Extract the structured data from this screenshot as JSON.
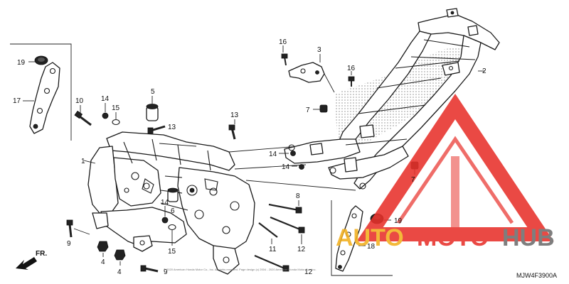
{
  "diagram": {
    "code": "MJW4F3900A",
    "front_label": "FR.",
    "copyright": "© 2020 American Honda Motor Co., Inc. All rights reserved. Page design (c) 2004 - 2020 American Honda Motor Co., Inc.",
    "labels": [
      {
        "id": "lbl-19-top",
        "text": "19"
      },
      {
        "id": "lbl-17",
        "text": "17"
      },
      {
        "id": "lbl-10",
        "text": "10"
      },
      {
        "id": "lbl-14-a",
        "text": "14"
      },
      {
        "id": "lbl-15-a",
        "text": "15"
      },
      {
        "id": "lbl-5",
        "text": "5"
      },
      {
        "id": "lbl-13-a",
        "text": "13"
      },
      {
        "id": "lbl-13-b",
        "text": "13"
      },
      {
        "id": "lbl-1",
        "text": "1"
      },
      {
        "id": "lbl-16-a",
        "text": "16"
      },
      {
        "id": "lbl-3",
        "text": "3"
      },
      {
        "id": "lbl-16-b",
        "text": "16"
      },
      {
        "id": "lbl-2",
        "text": "2"
      },
      {
        "id": "lbl-7-a",
        "text": "7"
      },
      {
        "id": "lbl-7-b",
        "text": "7"
      },
      {
        "id": "lbl-14-b",
        "text": "14"
      },
      {
        "id": "lbl-14-c",
        "text": "14"
      },
      {
        "id": "lbl-14-d",
        "text": "14"
      },
      {
        "id": "lbl-6",
        "text": "6"
      },
      {
        "id": "lbl-15-b",
        "text": "15"
      },
      {
        "id": "lbl-8",
        "text": "8"
      },
      {
        "id": "lbl-9-a",
        "text": "9"
      },
      {
        "id": "lbl-9-b",
        "text": "9"
      },
      {
        "id": "lbl-4-a",
        "text": "4"
      },
      {
        "id": "lbl-4-b",
        "text": "4"
      },
      {
        "id": "lbl-11",
        "text": "11"
      },
      {
        "id": "lbl-12-a",
        "text": "12"
      },
      {
        "id": "lbl-12-b",
        "text": "12"
      },
      {
        "id": "lbl-19-bottom",
        "text": "19"
      },
      {
        "id": "lbl-18",
        "text": "18"
      }
    ]
  },
  "watermark": {
    "brand_part1": "AUTO",
    "brand_part2": "MOTO",
    "brand_part3": "HUB",
    "colors": {
      "red": "#e8312b",
      "yellow": "#f2b01e",
      "gray": "#6d6d6d"
    }
  }
}
